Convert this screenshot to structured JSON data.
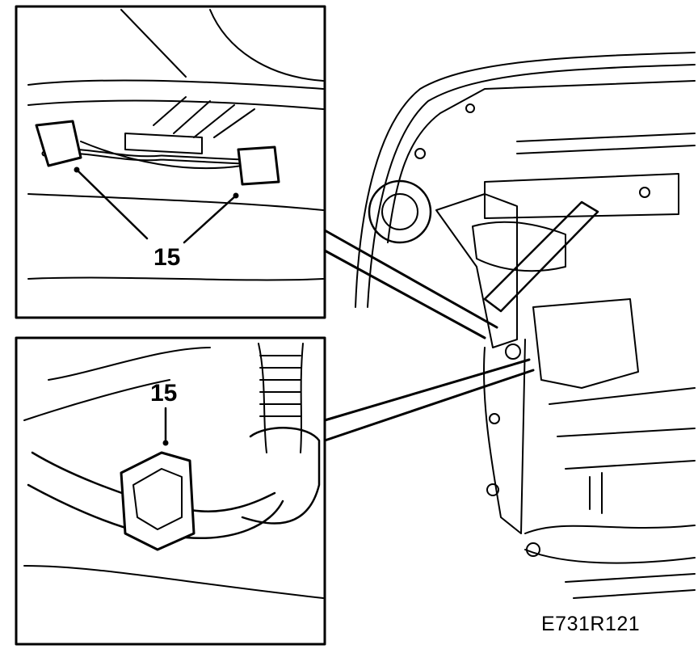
{
  "figure": {
    "top_inset": {
      "callout_label": "15"
    },
    "bottom_inset": {
      "callout_label": "15"
    },
    "reference_code": "E731R121"
  }
}
